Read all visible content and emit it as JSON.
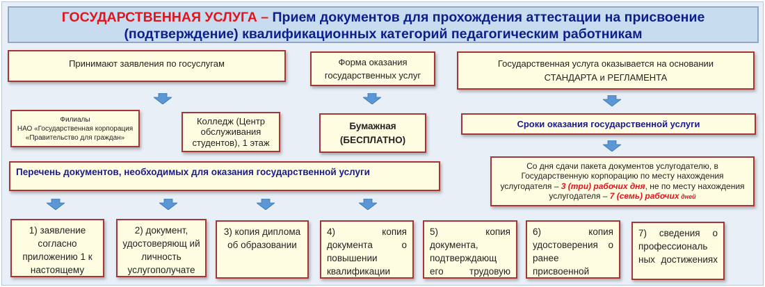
{
  "title": {
    "red": "ГОСУДАРСТВЕННАЯ УСЛУГА –",
    "blue": " Прием документов для прохождения аттестации на присвоение (подтверждение) квалификационных категорий педагогическим работникам"
  },
  "boxes": {
    "accept_apps": "Принимают заявления по госуслугам",
    "form_line1": "Форма оказания",
    "form_line2": "государственных услуг",
    "basis_line1": "Государственная услуга оказывается на основании",
    "basis_line2": "СТАНДАРТА и РЕГЛАМЕНТА",
    "filials_line1": "Филиалы",
    "filials_line2": "НАО «Государственная корпорация",
    "filials_line3": "«Правительство для граждан»",
    "college": "Колледж (Центр обслуживания студентов), 1 этаж",
    "paper_line1": "Бумажная",
    "paper_line2": "(БЕСПЛАТНО)",
    "terms_header": "Сроки оказания государственной услуги",
    "docs_list_header": "Перечень документов, необходимых для оказания государственной услуги",
    "terms_text_part1": "Со дня сдачи пакета документов услугодателю, в Государственную корпорацию по месту нахождения услугодателя – ",
    "terms_days3": "3 (три) рабочих дня",
    "terms_text_part2": ", не по месту нахождения услугодателя – ",
    "terms_days7": "7 (семь) рабочих",
    "terms_days7_tail": " дней"
  },
  "documents": [
    "1) заявление согласно приложению 1 к настоящему",
    "2) документ, удостоверяющ ий личность услугополучате",
    "3) копия диплома об образовании",
    "4) копия документа о повышении квалификации",
    "5) копия документа, подтверждающ его трудовую",
    "6) копия удостоверения о ранее присвоенной",
    "7) сведения о профессиональ ных достижениях"
  ],
  "colors": {
    "title_red": "#e0161f",
    "title_blue": "#0d1f8c",
    "box_fill": "#fffde1",
    "box_border": "#a83535",
    "arrow": "#5b97d5",
    "highlight_red": "#e0161f"
  }
}
